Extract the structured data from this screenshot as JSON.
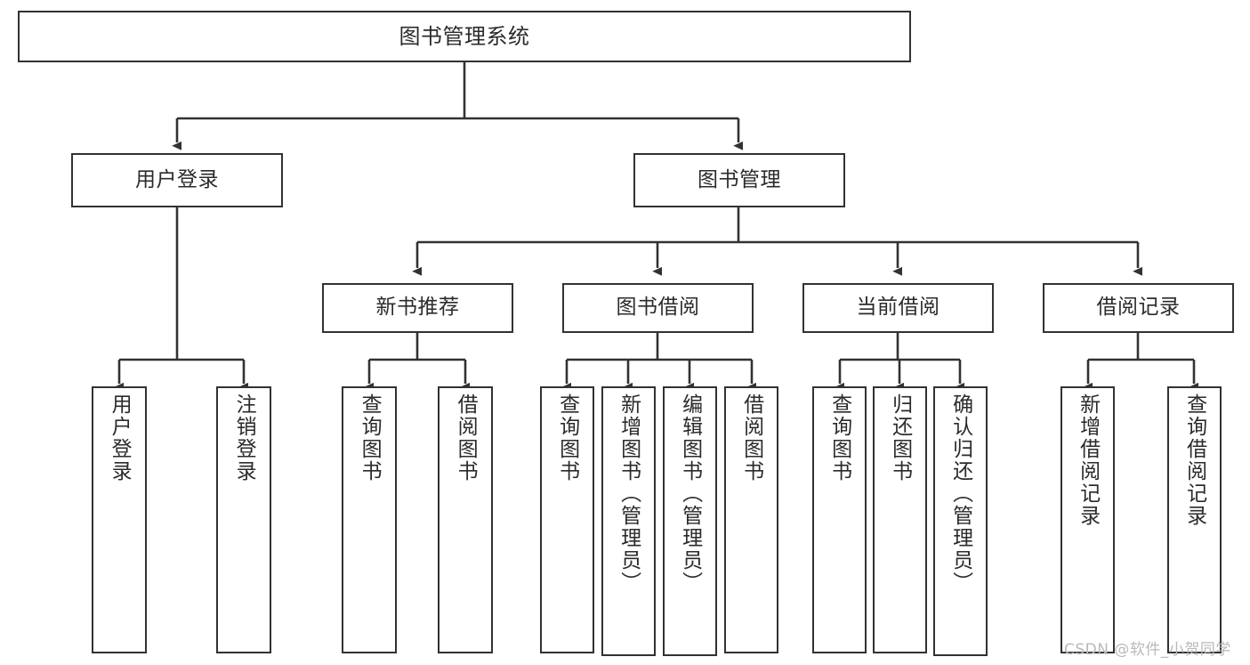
{
  "diagram": {
    "type": "tree-hierarchy-chart",
    "title": "图书管理系统",
    "colors": {
      "box_border": "#33322f",
      "box_fill": "#ffffff",
      "text": "#2b2b2b",
      "edge": "#33322f",
      "background": "#ffffff",
      "watermark": "#b9b9b9"
    },
    "watermark": "CSDN @软件_小贺同学",
    "nodes": {
      "root": {
        "label": "图书管理系统"
      },
      "level2": [
        {
          "id": "user-login",
          "label": "用户登录"
        },
        {
          "id": "book-manage",
          "label": "图书管理"
        }
      ],
      "level3": [
        {
          "id": "new-book-recommend",
          "label": "新书推荐"
        },
        {
          "id": "book-borrow",
          "label": "图书借阅"
        },
        {
          "id": "current-borrow",
          "label": "当前借阅"
        },
        {
          "id": "borrow-record",
          "label": "借阅记录"
        }
      ],
      "leaves": {
        "user-login": [
          {
            "id": "leaf-user-login",
            "label": "用户登录"
          },
          {
            "id": "leaf-logout-login",
            "label": "注销登录"
          }
        ],
        "new-book-recommend": [
          {
            "id": "leaf-query-book-1",
            "label": "查询图书"
          },
          {
            "id": "leaf-borrow-book-1",
            "label": "借阅图书"
          }
        ],
        "book-borrow": [
          {
            "id": "leaf-query-book-2",
            "label": "查询图书"
          },
          {
            "id": "leaf-add-book",
            "label": "新增图书（管理员）"
          },
          {
            "id": "leaf-edit-book",
            "label": "编辑图书（管理员）"
          },
          {
            "id": "leaf-borrow-book-2",
            "label": "借阅图书"
          }
        ],
        "current-borrow": [
          {
            "id": "leaf-query-book-3",
            "label": "查询图书"
          },
          {
            "id": "leaf-return-book",
            "label": "归还图书"
          },
          {
            "id": "leaf-confirm-return",
            "label": "确认归还（管理员）"
          }
        ],
        "borrow-record": [
          {
            "id": "leaf-add-record",
            "label": "新增借阅记录"
          },
          {
            "id": "leaf-query-record",
            "label": "查询借阅记录"
          }
        ]
      }
    }
  }
}
